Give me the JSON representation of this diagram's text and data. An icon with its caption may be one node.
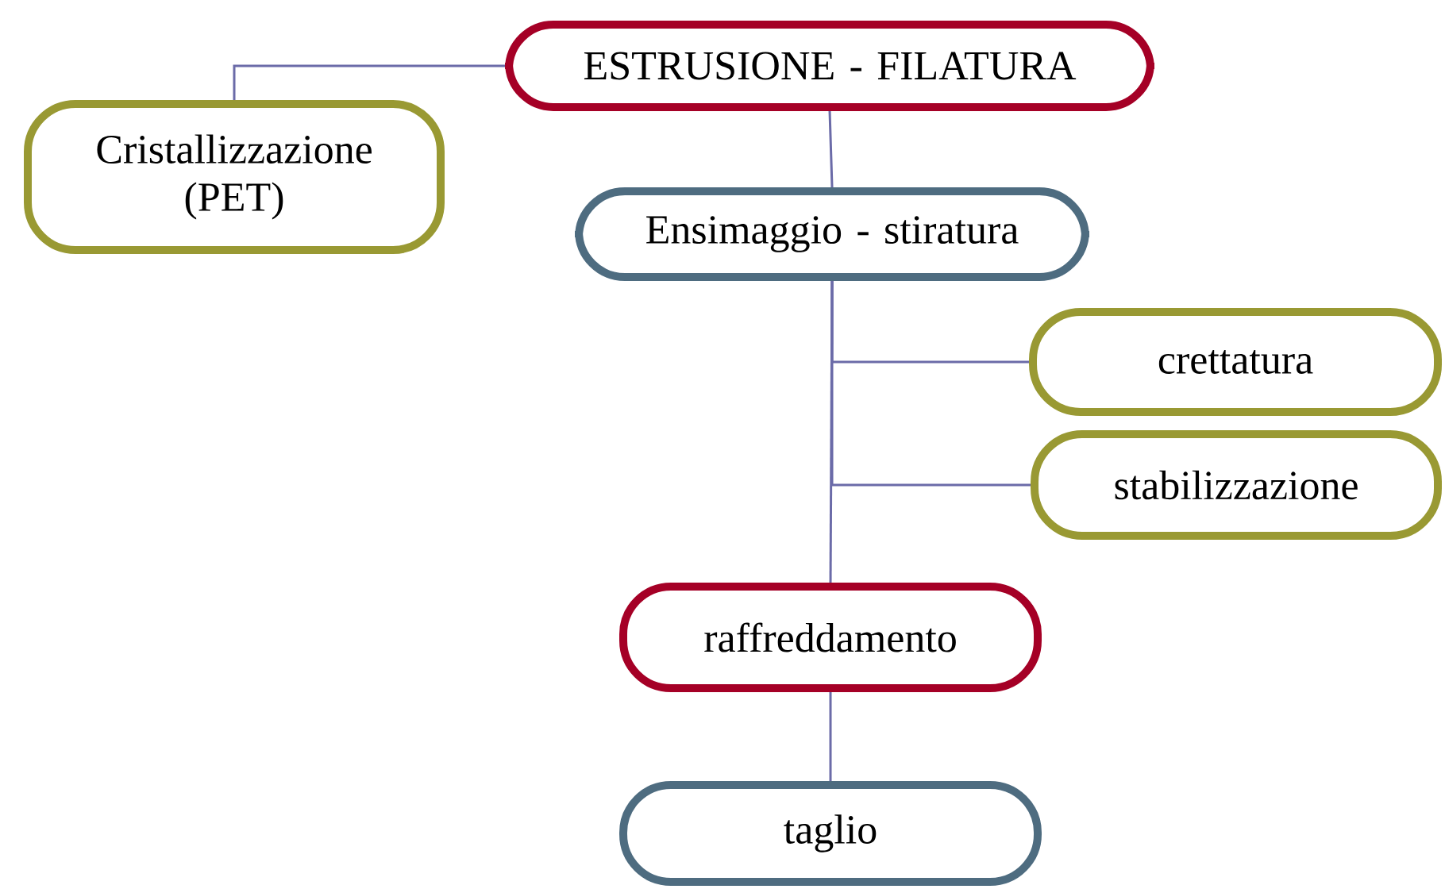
{
  "diagram": {
    "nodes": [
      {
        "text": [
          "ESTRUSIONE - FILATURA"
        ]
      },
      {
        "text": [
          "Cristallizzazione (PET)"
        ]
      },
      {
        "text": [
          "Ensimaggio - stiratura"
        ]
      },
      {
        "text": [
          "crettatura"
        ]
      },
      {
        "text": [
          "stabilizzazione"
        ]
      },
      {
        "text": [
          "raffreddamento"
        ]
      },
      {
        "text": [
          "taglio"
        ]
      }
    ],
    "edges": [
      {
        "from": 0,
        "to": 1,
        "arrow": "none"
      },
      {
        "from": 0,
        "to": 2,
        "arrow": "none"
      },
      {
        "from": 2,
        "to": 3,
        "arrow": "none"
      },
      {
        "from": 2,
        "to": 4,
        "arrow": "none"
      },
      {
        "from": 2,
        "to": 5,
        "arrow": "none"
      },
      {
        "from": 5,
        "to": 6,
        "arrow": "none"
      }
    ]
  }
}
